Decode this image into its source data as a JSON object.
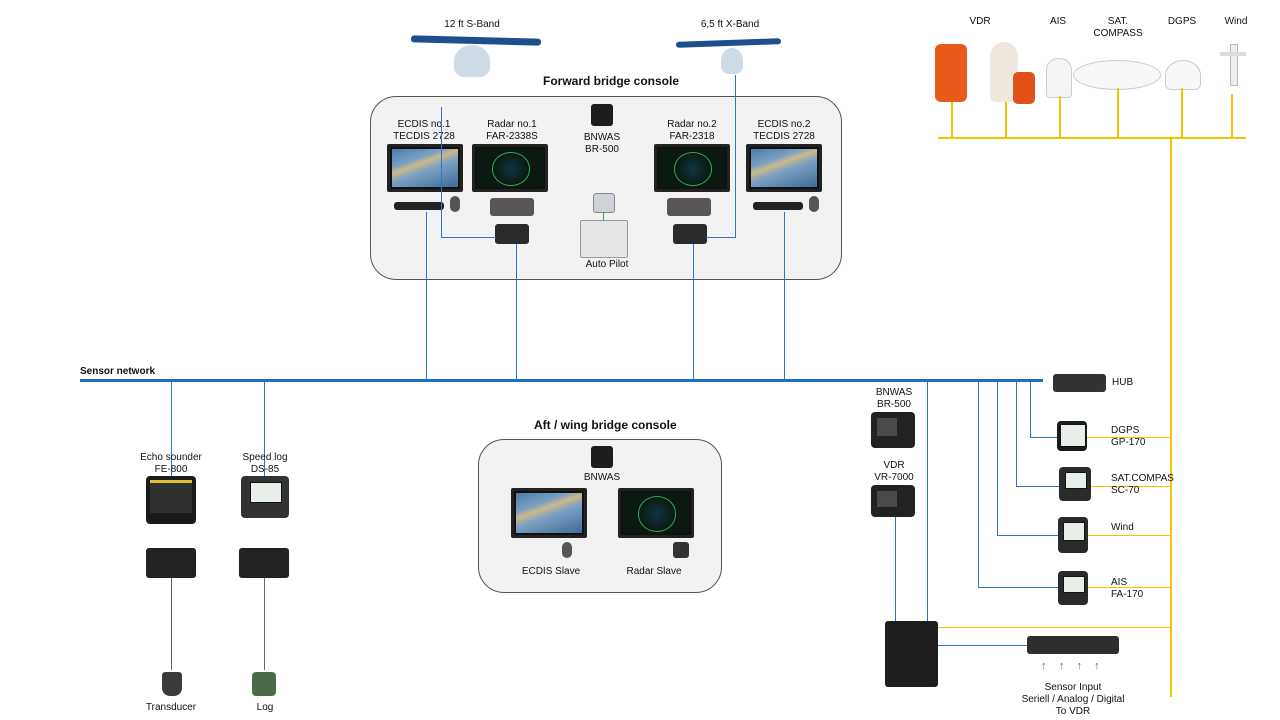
{
  "antennas": {
    "s_band": "12 ft S-Band",
    "x_band": "6,5 ft X-Band"
  },
  "forward_console": {
    "title": "Forward bridge console",
    "ecdis1": [
      "ECDIS no.1",
      "TECDIS 2728"
    ],
    "radar1": [
      "Radar no.1",
      "FAR-2338S"
    ],
    "bnwas": [
      "BNWAS",
      "BR-500"
    ],
    "radar2": [
      "Radar no.2",
      "FAR-2318"
    ],
    "ecdis2": [
      "ECDIS no.2",
      "TECDIS 2728"
    ],
    "autopilot": "Auto Pilot"
  },
  "top_right": {
    "vdr": "VDR",
    "ais": "AIS",
    "sat_compass": [
      "SAT.",
      "COMPASS"
    ],
    "dgps": "DGPS",
    "wind": "Wind"
  },
  "network": {
    "label": "Sensor network"
  },
  "left_devices": {
    "echo": [
      "Echo sounder",
      "FE-800"
    ],
    "speedlog": [
      "Speed log",
      "DS-85"
    ],
    "transducer": "Transducer",
    "log": "Log"
  },
  "aft_console": {
    "title": "Aft / wing bridge console",
    "bnwas": "BNWAS",
    "ecdis_slave": "ECDIS Slave",
    "radar_slave": "Radar Slave"
  },
  "right_devices": {
    "bnwas": [
      "BNWAS",
      "BR-500"
    ],
    "vdr": [
      "VDR",
      "VR-7000"
    ],
    "hub": "HUB",
    "dgps": [
      "DGPS",
      "GP-170"
    ],
    "sat": [
      "SAT.COMPAS",
      "SC-70"
    ],
    "wind": "Wind",
    "ais": [
      "AIS",
      "FA-170"
    ],
    "sensor_input": [
      "Sensor Input",
      "Seriell / Analog / Digital",
      "To VDR"
    ]
  },
  "colors": {
    "network": "#1f6fbf",
    "power_bus": "#f5c400",
    "console_fill": "#f2f2f2"
  }
}
